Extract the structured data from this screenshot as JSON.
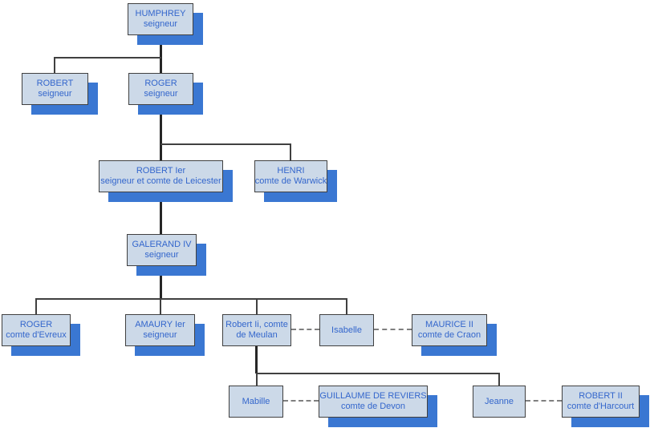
{
  "diagram": {
    "type": "genealogy-tree",
    "colors": {
      "background": "#ffffff",
      "box_fill": "#ccd9e8",
      "box_border": "#404040",
      "box_text": "#3366cc",
      "box_shadow": "#3a77d2",
      "solid_connector": "#404040",
      "dashed_connector": "#7f7f7f"
    },
    "nodes": [
      {
        "id": "humphrey",
        "line1": "HUMPHREY",
        "line2": "seigneur",
        "shadow": true
      },
      {
        "id": "robert-seigneur",
        "line1": "ROBERT",
        "line2": "seigneur",
        "shadow": true
      },
      {
        "id": "roger-seigneur",
        "line1": "ROGER",
        "line2": "seigneur",
        "shadow": true
      },
      {
        "id": "robert-ier",
        "line1": "ROBERT Ier",
        "line2": "seigneur et comte de Leicester",
        "shadow": true
      },
      {
        "id": "henri",
        "line1": "HENRI",
        "line2": "comte de Warwick",
        "shadow": true
      },
      {
        "id": "galerand-iv",
        "line1": "GALERAND IV",
        "line2": "seigneur",
        "shadow": true
      },
      {
        "id": "roger-evreux",
        "line1": "ROGER",
        "line2": "comte d'Evreux",
        "shadow": true
      },
      {
        "id": "amaury-ier",
        "line1": "AMAURY Ier",
        "line2": "seigneur",
        "shadow": true
      },
      {
        "id": "robert-meulan",
        "line1": "Robert Ii, comte",
        "line2": "de Meulan",
        "shadow": false
      },
      {
        "id": "isabelle",
        "line1": "Isabelle",
        "line2": "",
        "shadow": false
      },
      {
        "id": "maurice-ii",
        "line1": "MAURICE II",
        "line2": "comte de Craon",
        "shadow": true
      },
      {
        "id": "mabille",
        "line1": "Mabille",
        "line2": "",
        "shadow": false
      },
      {
        "id": "guillaume-reviers",
        "line1": "GUILLAUME DE REVIERS",
        "line2": "comte de Devon",
        "shadow": true
      },
      {
        "id": "jeanne",
        "line1": "Jeanne",
        "line2": "",
        "shadow": false
      },
      {
        "id": "robert-harcourt",
        "line1": "ROBERT II",
        "line2": "comte d'Harcourt",
        "shadow": true
      }
    ],
    "relationships": {
      "parent_child": [
        {
          "parent": "humphrey",
          "children": [
            "robert-seigneur",
            "roger-seigneur"
          ]
        },
        {
          "parent": "roger-seigneur",
          "children": [
            "robert-ier",
            "henri"
          ]
        },
        {
          "parent": "robert-ier",
          "children": [
            "galerand-iv"
          ]
        },
        {
          "parent": "galerand-iv",
          "children": [
            "roger-evreux",
            "amaury-ier",
            "robert-meulan",
            "isabelle"
          ]
        },
        {
          "parent": "robert-meulan",
          "children": [
            "mabille",
            "jeanne"
          ]
        }
      ],
      "dashed_links": [
        [
          "robert-meulan",
          "isabelle"
        ],
        [
          "isabelle",
          "maurice-ii"
        ],
        [
          "mabille",
          "guillaume-reviers"
        ],
        [
          "jeanne",
          "robert-harcourt"
        ]
      ]
    }
  }
}
